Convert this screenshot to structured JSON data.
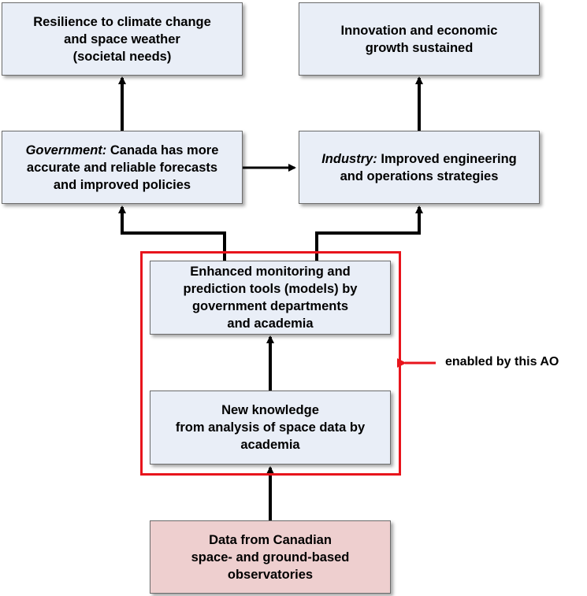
{
  "nodes": {
    "resilience": {
      "text": "Resilience to climate change\nand space weather\n(societal needs)"
    },
    "innovation": {
      "text": "Innovation and economic\ngrowth sustained"
    },
    "government": {
      "lead": "Government:",
      "text": " Canada has more\naccurate and reliable forecasts\nand improved policies"
    },
    "industry": {
      "lead": "Industry:",
      "text": " Improved engineering\nand operations strategies"
    },
    "enhanced": {
      "text": "Enhanced monitoring and\nprediction tools (models) by\ngovernment departments\nand academia"
    },
    "knowledge": {
      "text": "New knowledge\nfrom analysis of space data by\nacademia"
    },
    "data_source": {
      "text": "Data from Canadian\nspace- and ground-based\nobservatories"
    }
  },
  "annotation": {
    "text": "enabled by this AO"
  },
  "colors": {
    "box_fill": "#e9eef7",
    "source_fill": "#eecfcf",
    "highlight": "#e8141c",
    "arrow": "#000000"
  }
}
